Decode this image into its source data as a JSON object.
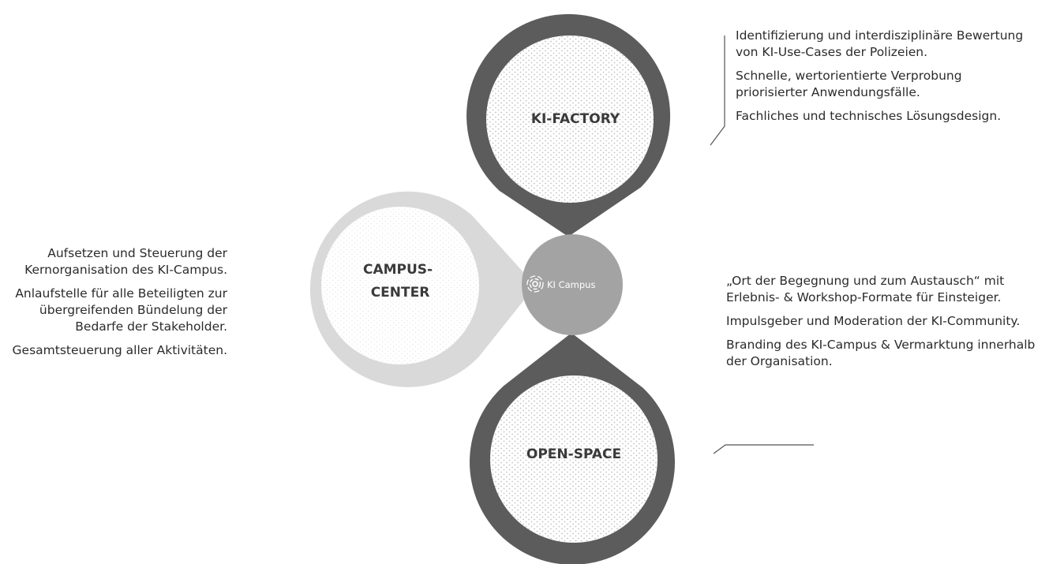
{
  "diagram": {
    "hub_label": "KI Campus",
    "modules": [
      {
        "id": "ki-factory",
        "title_lines": [
          "KI-FACTORY"
        ],
        "items": [
          "Identifizierung und interdisziplinäre Bewertung von KI-Use-Cases der Polizeien.",
          "Schnelle, wertorientierte Verprobung priorisierter Anwendungsfälle.",
          "Fachliches und technisches Lösungsdesign."
        ]
      },
      {
        "id": "campus-center",
        "title_lines": [
          "CAMPUS-",
          "CENTER"
        ],
        "items": [
          "Aufsetzen und Steuerung der Kernorganisation des KI-Campus.",
          "Anlaufstelle für alle Beteiligten zur übergreifenden Bündelung der Bedarfe der Stakeholder.",
          "Gesamtsteuerung aller Aktivitäten."
        ]
      },
      {
        "id": "open-space",
        "title_lines": [
          "OPEN-SPACE"
        ],
        "items": [
          "„Ort der Begegnung und zum Austausch“ mit Erlebnis- & Workshop-Formate für Einsteiger.",
          "Impulsgeber und Moderation der KI-Community.",
          "Branding des KI-Campus & Vermarktung innerhalb der Organisation."
        ]
      }
    ],
    "colors": {
      "dark_ring": "#5c5c5c",
      "light_ring": "#d9d9d9",
      "hub": "#a3a3a3",
      "dots": "#bdbdbd",
      "label_text": "#3a3a3a",
      "body_text": "#2b2b2b"
    }
  }
}
